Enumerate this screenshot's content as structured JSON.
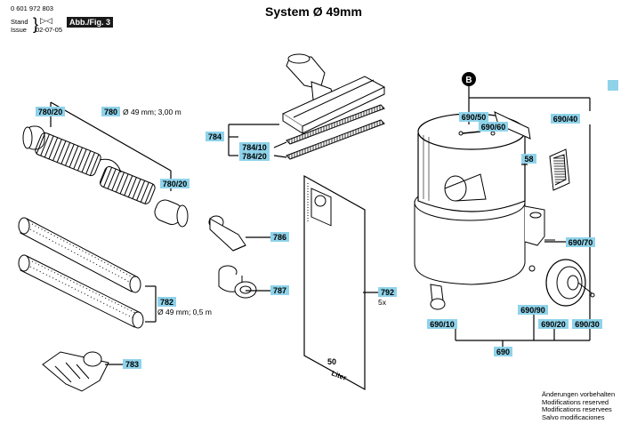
{
  "header": {
    "part_number": "0 601 972 803",
    "stand_label": "Stand",
    "issue_label": "Issue",
    "date": "02-07-05",
    "figure_label": "Abb./Fig. 3",
    "title": "System Ø 49mm"
  },
  "callouts": {
    "c780_20a": "780/20",
    "c780": "780",
    "c780_desc": "Ø 49 mm; 3,00 m",
    "c780_20b": "780/20",
    "c784": "784",
    "c784_10": "784/10",
    "c784_20": "784/20",
    "c786": "786",
    "c787": "787",
    "c792": "792",
    "c792_qty": "5x",
    "c782": "782",
    "c782_desc": "Ø 49 mm; 0,5 m",
    "c783": "783",
    "cB": "B",
    "c690_50": "690/50",
    "c690_60": "690/60",
    "c690_40": "690/40",
    "c58": "58",
    "c690_70": "690/70",
    "c690_90": "690/90",
    "c690_20": "690/20",
    "c690_30": "690/30",
    "c690_10": "690/10",
    "c690": "690"
  },
  "bag": {
    "size": "50",
    "unit": "Liter"
  },
  "footer": {
    "line1": "Änderungen vorbehalten",
    "line2": "Modifications reserved",
    "line3": "Modifications reservees",
    "line4": "Salvo modificaciones"
  },
  "colors": {
    "callout_fill": "#8fd3ea",
    "ink": "#000000",
    "figure_box": "#1a1a1a"
  }
}
